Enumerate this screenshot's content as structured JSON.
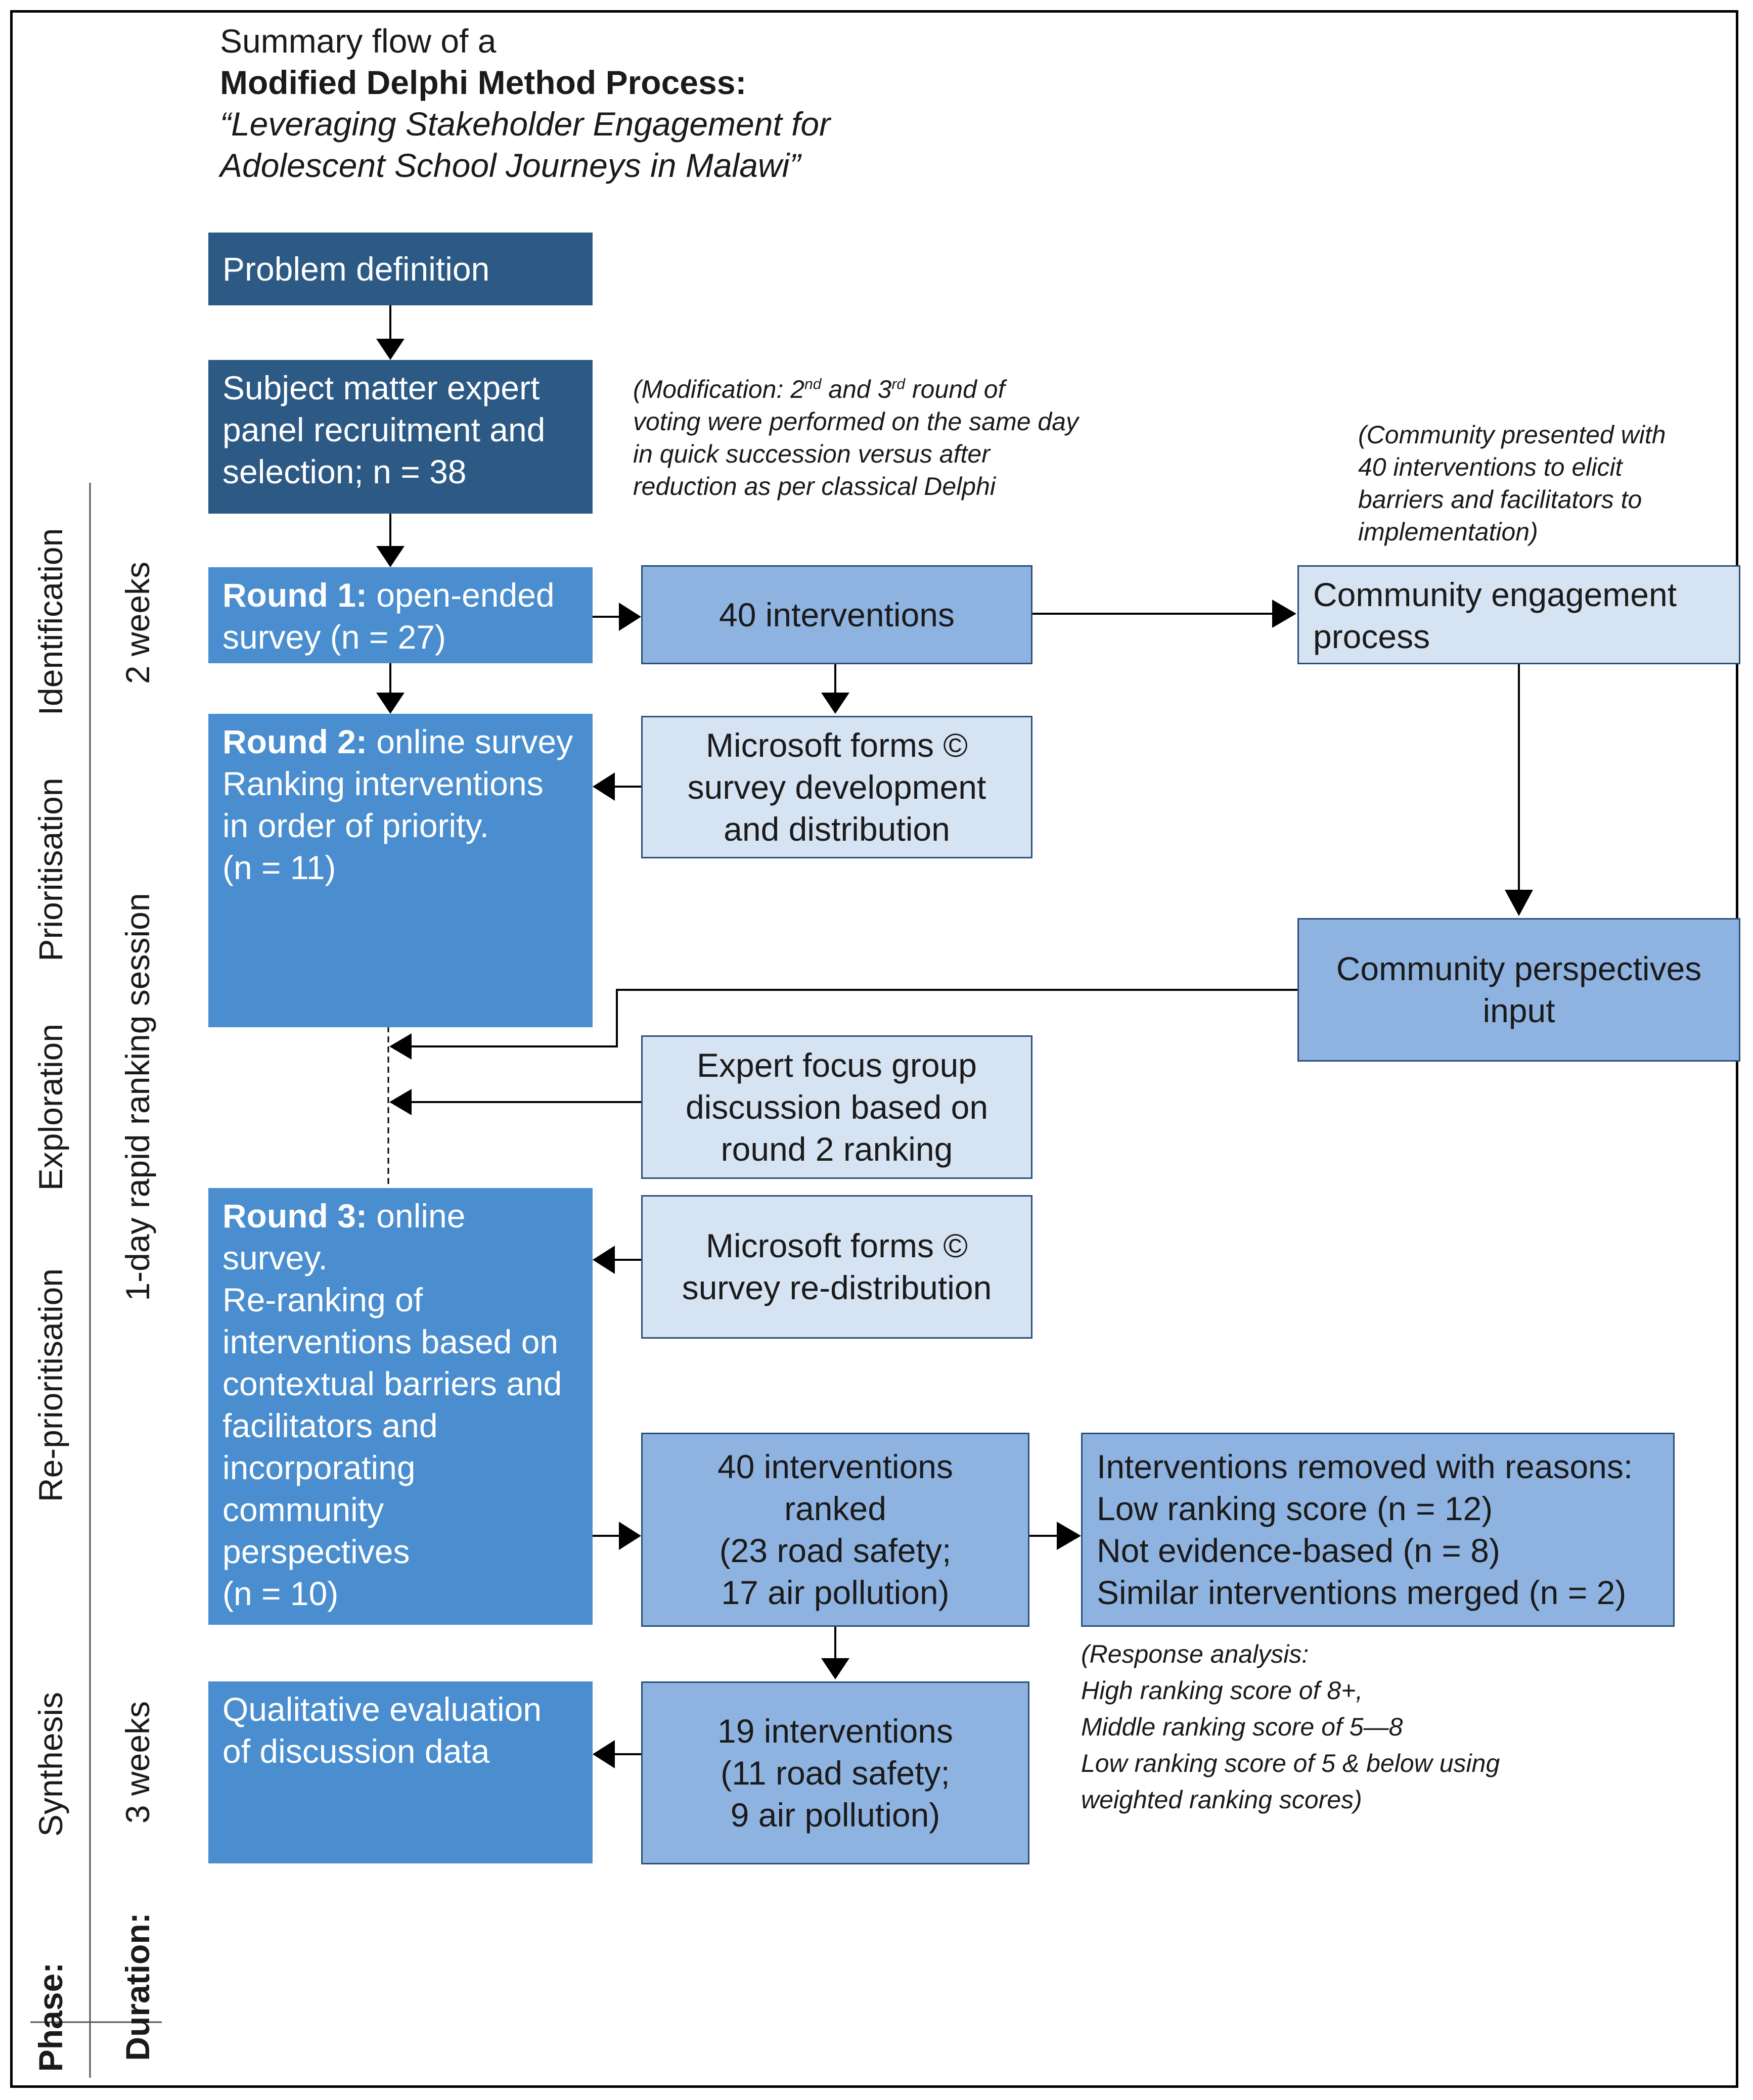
{
  "title": {
    "line1": "Summary flow of a",
    "line2": "Modified Delphi Method Process:",
    "line3": "“Leveraging Stakeholder Engagement for",
    "line4": "Adolescent School Journeys in Malawi”"
  },
  "boxes": {
    "problem_definition": "Problem definition",
    "panel_recruitment": [
      "Subject matter expert",
      "panel recruitment and",
      "selection; n = 38"
    ],
    "round1": {
      "bold": "Round 1:",
      "text1": " open-ended",
      "text2": "survey (n = 27)"
    },
    "interventions_40": "40 interventions",
    "community_engagement": [
      "Community engagement",
      "process"
    ],
    "round2": {
      "bold": "Round 2:",
      "text1": " online survey",
      "lines": [
        "Ranking interventions",
        "in order of priority.",
        "(n = 11)"
      ]
    },
    "ms_forms_dev": [
      "Microsoft forms ©",
      "survey development",
      "and distribution"
    ],
    "community_perspectives": [
      "Community perspectives",
      "input"
    ],
    "expert_focus": [
      "Expert focus group",
      "discussion based on",
      "round 2 ranking"
    ],
    "round3": {
      "bold": "Round 3:",
      "text1": " online",
      "lines": [
        "survey.",
        "Re-ranking of",
        "interventions based on",
        "contextual barriers and",
        "facilitators and",
        "incorporating",
        "community",
        "perspectives",
        "(n = 10)"
      ]
    },
    "ms_forms_redist": [
      "Microsoft forms ©",
      "survey re-distribution"
    ],
    "ranked_40": [
      "40 interventions",
      "ranked",
      "(23 road safety;",
      "17 air pollution)"
    ],
    "removed": [
      "Interventions removed with reasons:",
      "Low ranking score (n = 12)",
      "Not evidence-based (n = 8)",
      "Similar interventions merged (n = 2)"
    ],
    "qualitative": [
      "Qualitative evaluation",
      "of discussion data"
    ],
    "final_19": [
      "19 interventions",
      "(11 road safety;",
      "9 air pollution)"
    ]
  },
  "notes": {
    "modification": {
      "pre": "(Modification: 2",
      "sup1": "nd",
      "mid": " and 3",
      "sup2": "rd",
      "post": " round of",
      "lines": [
        "voting were performed on the same day",
        "in quick succession versus after",
        "reduction as per classical Delphi"
      ]
    },
    "community": [
      "(Community presented with",
      "40 interventions to elicit",
      "barriers and facilitators to",
      "implementation)"
    ],
    "response": [
      "(Response analysis:",
      "High ranking score of 8+,",
      "Middle ranking score of 5—8",
      "Low ranking score of 5 & below using",
      "weighted ranking scores)"
    ]
  },
  "phases": {
    "header": "Phase:",
    "identification": "Identification",
    "prioritisation": "Prioritisation",
    "exploration": "Exploration",
    "reprioritisation": "Re-prioritisation",
    "synthesis": "Synthesis"
  },
  "durations": {
    "header": "Duration:",
    "two_weeks": "2 weeks",
    "one_day": "1-day rapid ranking session",
    "three_weeks": "3 weeks"
  },
  "colors": {
    "dark_blue": "#2c5a85",
    "mid_blue": "#4a8ecf",
    "light_blue": "#8fb3e0",
    "pale_blue": "#d6e3f3"
  }
}
